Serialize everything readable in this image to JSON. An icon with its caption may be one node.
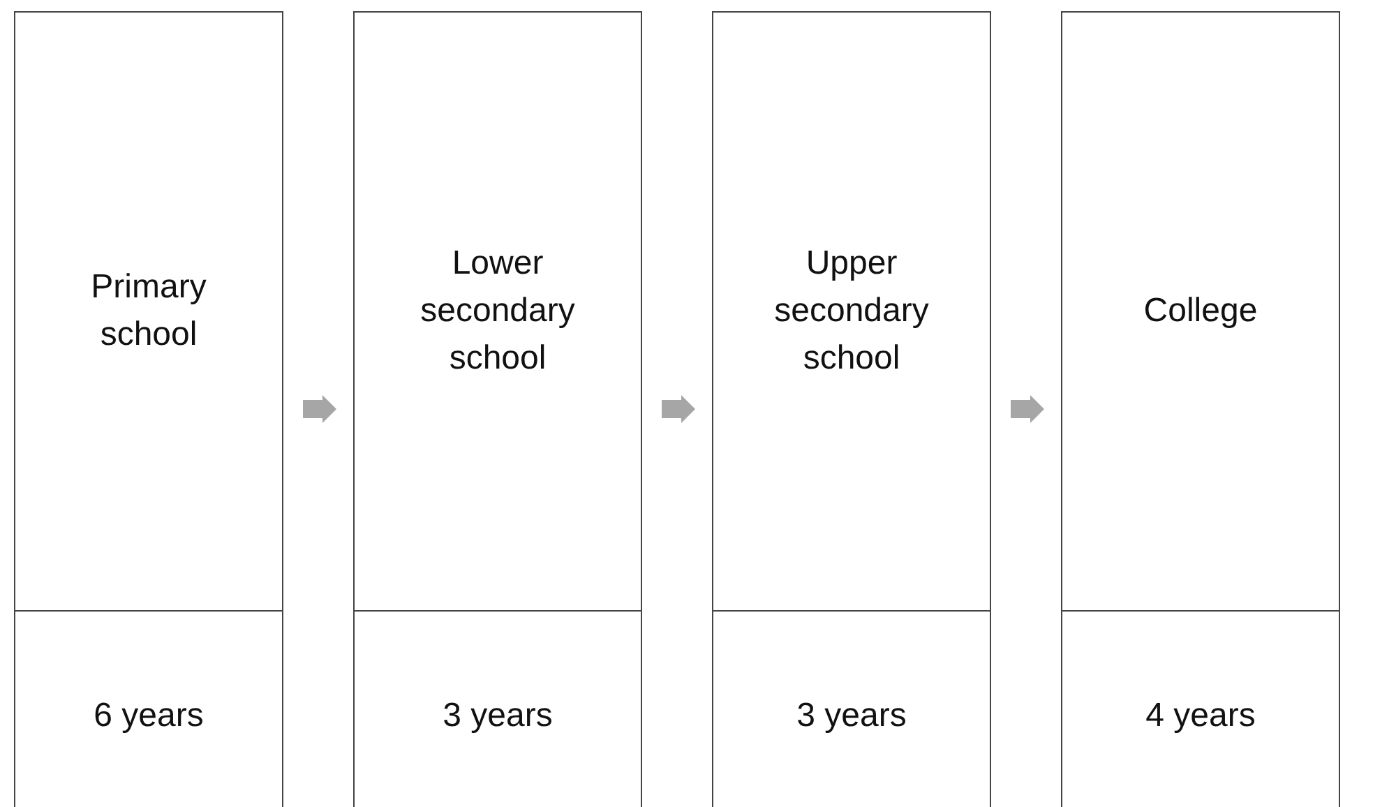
{
  "diagram": {
    "nodes": [
      {
        "text": [
          "Primary school"
        ]
      },
      {
        "text": [
          "6 years"
        ]
      },
      {
        "text": [
          "Lower secondary school"
        ]
      },
      {
        "text": [
          "3 years"
        ]
      },
      {
        "text": [
          "Upper secondary school"
        ]
      },
      {
        "text": [
          "3 years"
        ]
      },
      {
        "text": [
          "College"
        ]
      },
      {
        "text": [
          "4 years"
        ]
      }
    ],
    "edges": [
      {
        "from": 0,
        "to": 2,
        "arrow": "to"
      },
      {
        "from": 2,
        "to": 4,
        "arrow": "to"
      },
      {
        "from": 4,
        "to": 6,
        "arrow": "to"
      }
    ]
  }
}
